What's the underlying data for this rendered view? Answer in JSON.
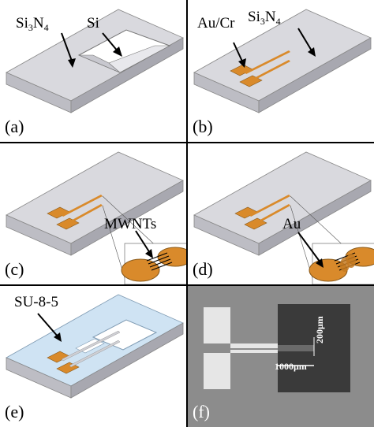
{
  "panels": {
    "a": {
      "label": "(a)",
      "si3n4_label": "Si₃N₄",
      "si_label": "Si"
    },
    "b": {
      "label": "(b)",
      "aucr_label": "Au/Cr",
      "si3n4_label": "Si₃N₄"
    },
    "c": {
      "label": "(c)",
      "mwnts_label": "MWNTs"
    },
    "d": {
      "label": "(d)",
      "au_label": "Au"
    },
    "e": {
      "label": "(e)",
      "su85_label": "SU-8-5"
    },
    "f": {
      "label": "(f)",
      "scale_horizontal": "1000μm",
      "scale_vertical": "200μm"
    }
  },
  "colors": {
    "slab_top": "#d9d9de",
    "slab_side": "#a8a8b0",
    "gold": "#d98a2b",
    "su8": "#cfe3f3",
    "sem_bg": "#8c8c8c",
    "sem_window": "#3a3a3a"
  }
}
